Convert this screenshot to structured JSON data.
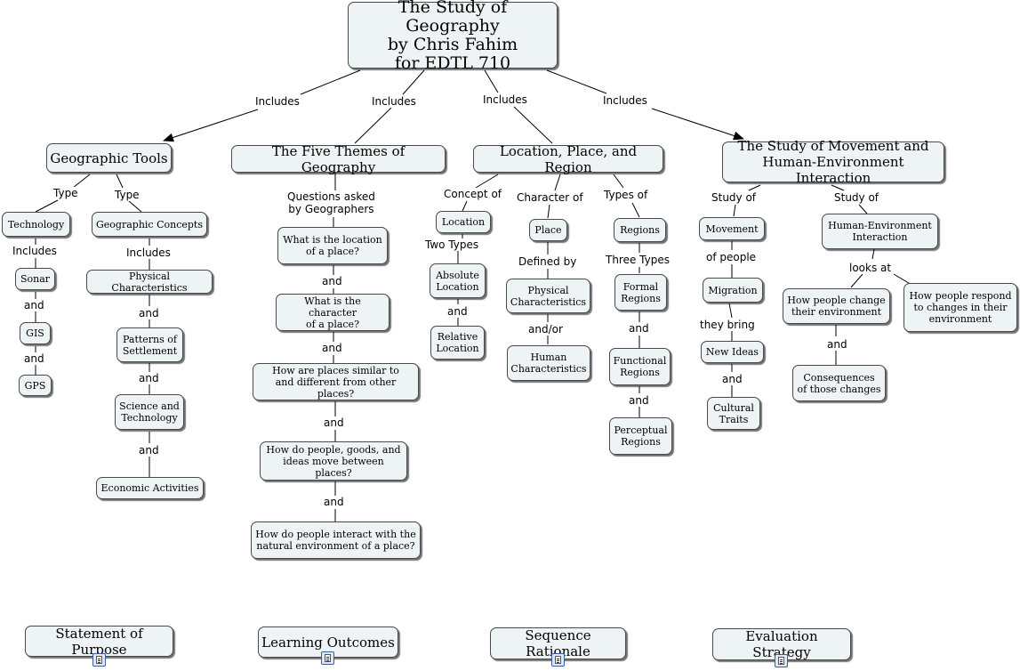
{
  "title": {
    "line1": "The Study of Geography",
    "line2": "by Chris Fahim",
    "line3": "for EDTL 710"
  },
  "main_links": {
    "includes_1": "Includes",
    "includes_2": "Includes",
    "includes_3": "Includes",
    "includes_4": "Includes"
  },
  "tools": {
    "heading": "Geographic Tools",
    "type_1": "Type",
    "type_2": "Type",
    "technology": "Technology",
    "includes": "Includes",
    "sonar": "Sonar",
    "and_1": "and",
    "gis": "GIS",
    "and_2": "and",
    "gps": "GPS",
    "concepts": "Geographic Concepts",
    "includes_2": "Includes",
    "physical": "Physical Characteristics",
    "and_3": "and",
    "settlement": "Patterns of\nSettlement",
    "and_4": "and",
    "science": "Science and\nTechnology",
    "and_5": "and",
    "economic": "Economic Activities"
  },
  "themes": {
    "heading": "The Five Themes of Geography",
    "questions_link": "Questions asked\nby Geographers",
    "q1": "What is the location\nof a place?",
    "and_1": "and",
    "q2": "What is the character\nof a place?",
    "and_2": "and",
    "q3": "How are places similar to\nand different from other places?",
    "and_3": "and",
    "q4": "How do people, goods, and\nideas move between places?",
    "and_4": "and",
    "q5": "How do people interact with the\nnatural environment of a place?"
  },
  "lpr": {
    "heading": "Location, Place, and Region",
    "concept_of": "Concept of",
    "location": "Location",
    "two_types": "Two Types",
    "absolute": "Absolute\nLocation",
    "and_1": "and",
    "relative": "Relative\nLocation",
    "character_of": "Character of",
    "place": "Place",
    "defined_by": "Defined by",
    "physical": "Physical\nCharacteristics",
    "and_or": "and/or",
    "human": "Human\nCharacteristics",
    "types_of": "Types of",
    "regions": "Regions",
    "three_types": "Three Types",
    "formal": "Formal\nRegions",
    "and_2": "and",
    "functional": "Functional\nRegions",
    "and_3": "and",
    "perceptual": "Perceptual\nRegions"
  },
  "movement": {
    "heading": "The Study of Movement and\nHuman-Environment Interaction",
    "study_of_1": "Study of",
    "movement": "Movement",
    "of_people": "of people",
    "migration": "Migration",
    "they_bring": "they bring",
    "new_ideas": "New Ideas",
    "and_1": "and",
    "cultural": "Cultural\nTraits",
    "study_of_2": "Study of",
    "hei": "Human-Environment\nInteraction",
    "looks_at": "looks at",
    "change": "How people change\ntheir environment",
    "and_2": "and",
    "consequences": "Consequences\nof those changes",
    "respond": "How people respond\nto changes in their\nenvironment"
  },
  "footer": {
    "purpose": "Statement of Purpose",
    "outcomes": "Learning Outcomes",
    "rationale": "Sequence Rationale",
    "evaluation": "Evaluation Strategy"
  },
  "icons": {
    "attachment": "document-icon"
  },
  "colors": {
    "node_fill": "#eef3f6",
    "node_border": "#4a4a4a",
    "line": "#000000"
  }
}
